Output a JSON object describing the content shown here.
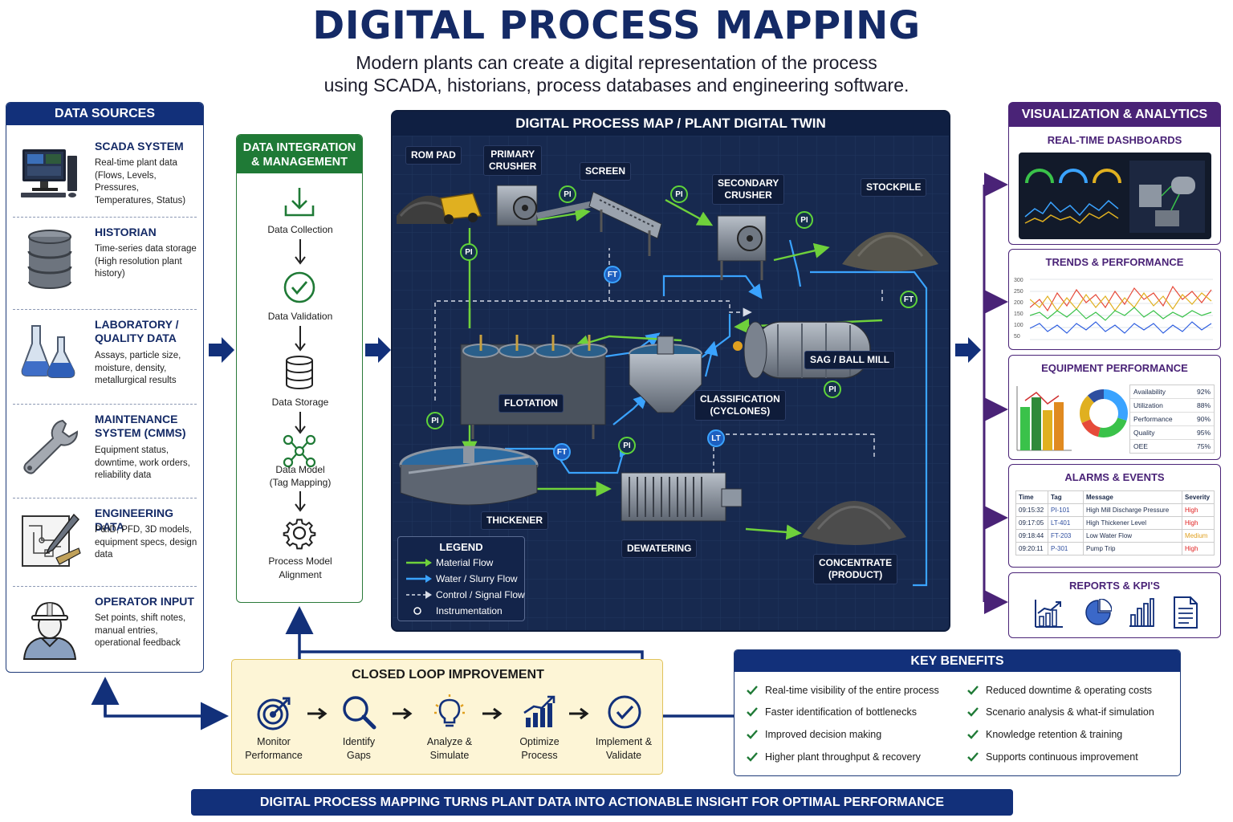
{
  "title": "DIGITAL PROCESS MAPPING",
  "subtitle": {
    "line1": "Modern plants can create a digital representation of the process",
    "line2": "using SCADA, historians, process databases and engineering software."
  },
  "data_sources": {
    "header": "DATA SOURCES",
    "items": [
      {
        "name": "SCADA SYSTEM",
        "desc": "Real-time plant data (Flows, Levels, Pressures, Temperatures, Status)",
        "icon": "computer-monitor-icon"
      },
      {
        "name": "HISTORIAN",
        "desc": "Time-series data storage (High resolution plant history)",
        "icon": "database-icon"
      },
      {
        "name": "LABORATORY / QUALITY DATA",
        "desc": "Assays, particle size, moisture, density, metallurgical results",
        "icon": "lab-flask-icon"
      },
      {
        "name": "MAINTENANCE SYSTEM (CMMS)",
        "desc": "Equipment status, downtime, work orders, reliability data",
        "icon": "wrench-icon"
      },
      {
        "name": "ENGINEERING DATA",
        "desc": "P&ID, PFD, 3D models, equipment specs, design data",
        "icon": "drawing-pencil-icon"
      },
      {
        "name": "OPERATOR INPUT",
        "desc": "Set points, shift notes, manual entries, operational feedback",
        "icon": "operator-hardhat-icon"
      }
    ]
  },
  "data_integration": {
    "header_line1": "DATA INTEGRATION",
    "header_line2": "& MANAGEMENT",
    "steps": [
      {
        "label_line1": "Data Collection",
        "label_line2": "",
        "icon": "download-tray-icon"
      },
      {
        "label_line1": "Data Validation",
        "label_line2": "",
        "icon": "check-circle-icon"
      },
      {
        "label_line1": "Data Storage",
        "label_line2": "",
        "icon": "database-icon"
      },
      {
        "label_line1": "Data Model",
        "label_line2": "(Tag Mapping)",
        "icon": "network-nodes-icon"
      },
      {
        "label_line1": "Process Model",
        "label_line2": "Alignment",
        "icon": "gear-icon"
      }
    ]
  },
  "process_map": {
    "header": "DIGITAL PROCESS MAP / PLANT DIGITAL TWIN",
    "labels": {
      "rom_pad": "ROM PAD",
      "primary_crusher_1": "PRIMARY",
      "primary_crusher_2": "CRUSHER",
      "screen": "SCREEN",
      "secondary_crusher_1": "SECONDARY",
      "secondary_crusher_2": "CRUSHER",
      "stockpile": "STOCKPILE",
      "sag_ball_mill": "SAG / BALL MILL",
      "flotation": "FLOTATION",
      "classification_1": "CLASSIFICATION",
      "classification_2": "(CYCLONES)",
      "thickener": "THICKENER",
      "dewatering": "DEWATERING",
      "concentrate_1": "CONCENTRATE",
      "concentrate_2": "(PRODUCT)"
    },
    "instruments": {
      "pi": "PI",
      "ft": "FT",
      "lt": "LT"
    },
    "legend": {
      "title": "LEGEND",
      "material_flow": "Material Flow",
      "water_flow": "Water / Slurry Flow",
      "control_flow": "Control / Signal Flow",
      "instrumentation": "Instrumentation"
    },
    "colors": {
      "background": "#17294f",
      "material": "#6fd13b",
      "water": "#3aa3ff",
      "control": "#d8dde8"
    }
  },
  "visualization": {
    "header": "VISUALIZATION & ANALYTICS",
    "dashboards_title": "REAL-TIME DASHBOARDS",
    "trends_title": "TRENDS & PERFORMANCE",
    "trends_y_ticks": [
      "300",
      "250",
      "200",
      "150",
      "100",
      "50"
    ],
    "equipment_title": "EQUIPMENT PERFORMANCE",
    "equipment_kpis": [
      {
        "label": "Availability",
        "value": "92%"
      },
      {
        "label": "Utilization",
        "value": "88%"
      },
      {
        "label": "Performance",
        "value": "90%"
      },
      {
        "label": "Quality",
        "value": "95%"
      },
      {
        "label": "OEE",
        "value": "75%"
      }
    ],
    "alarms_title": "ALARMS & EVENTS",
    "alarms_columns": [
      "Time",
      "Tag",
      "Message",
      "Severity"
    ],
    "alarms_rows": [
      {
        "time": "09:15:32",
        "tag": "PI-101",
        "message": "High Mill Discharge Pressure",
        "severity": "High"
      },
      {
        "time": "09:17:05",
        "tag": "LT-401",
        "message": "High Thickener Level",
        "severity": "High"
      },
      {
        "time": "09:18:44",
        "tag": "FT-203",
        "message": "Low Water Flow",
        "severity": "Medium"
      },
      {
        "time": "09:20:11",
        "tag": "P-301",
        "message": "Pump Trip",
        "severity": "High"
      }
    ],
    "reports_title": "REPORTS & KPI'S"
  },
  "closed_loop": {
    "title": "CLOSED LOOP IMPROVEMENT",
    "steps": [
      {
        "line1": "Monitor",
        "line2": "Performance",
        "icon": "target-icon"
      },
      {
        "line1": "Identify",
        "line2": "Gaps",
        "icon": "magnifier-icon"
      },
      {
        "line1": "Analyze &",
        "line2": "Simulate",
        "icon": "lightbulb-icon"
      },
      {
        "line1": "Optimize",
        "line2": "Process",
        "icon": "bar-chart-up-icon"
      },
      {
        "line1": "Implement &",
        "line2": "Validate",
        "icon": "check-circle-icon"
      }
    ]
  },
  "key_benefits": {
    "header": "KEY BENEFITS",
    "left": [
      "Real-time visibility of the entire process",
      "Faster identification of bottlenecks",
      "Improved decision making",
      "Higher plant throughput & recovery"
    ],
    "right": [
      "Reduced downtime & operating costs",
      "Scenario analysis & what-if simulation",
      "Knowledge retention & training",
      "Supports continuous improvement"
    ]
  },
  "footer": "DIGITAL PROCESS MAPPING TURNS PLANT DATA INTO ACTIONABLE INSIGHT FOR OPTIMAL PERFORMANCE",
  "colors": {
    "navy": "#12307a",
    "green": "#1f7a36",
    "purple": "#4a2377",
    "yellow_bg": "#fdf5d6"
  }
}
